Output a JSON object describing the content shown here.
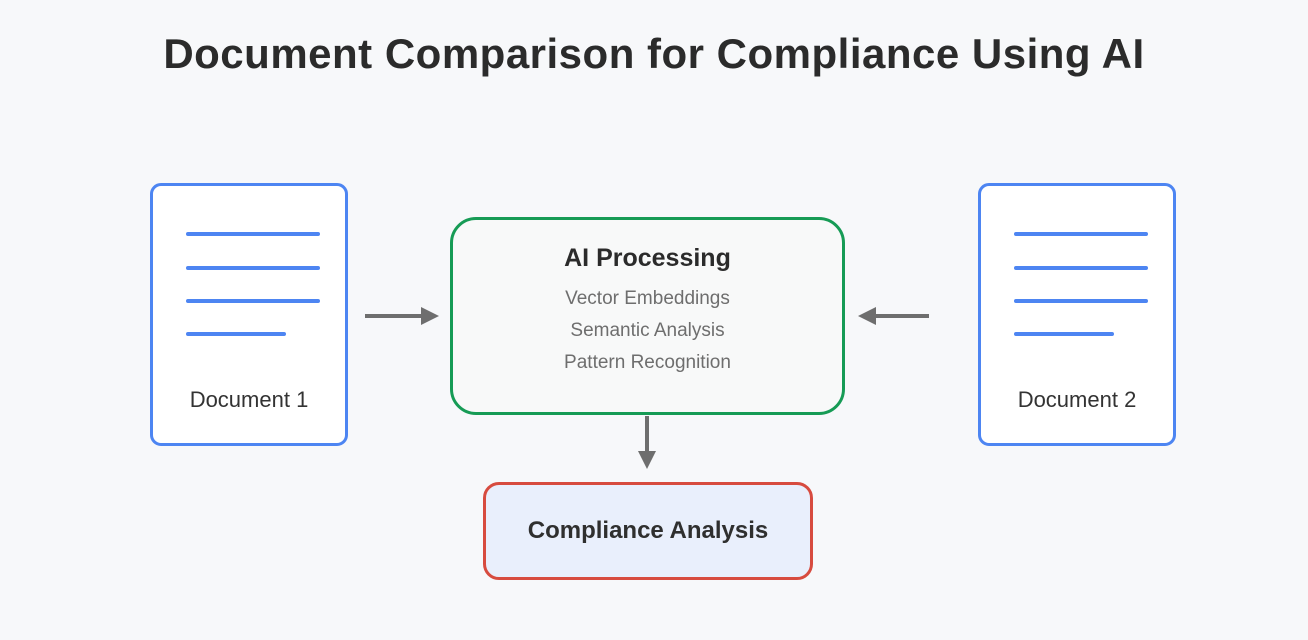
{
  "title": "Document Comparison for Compliance Using AI",
  "nodes": {
    "doc1": {
      "label": "Document 1"
    },
    "doc2": {
      "label": "Document 2"
    },
    "ai": {
      "title": "AI Processing",
      "items": [
        "Vector Embeddings",
        "Semantic Analysis",
        "Pattern Recognition"
      ]
    },
    "compliance": {
      "label": "Compliance Analysis"
    }
  },
  "colors": {
    "page-bg": "#f7f8fa",
    "title-text": "#2b2b2b",
    "doc-border": "#4d85f2",
    "doc-line": "#4d85f2",
    "doc-fill": "#ffffff",
    "label-text": "#333333",
    "ai-border": "#169b55",
    "ai-fill": "#f8f9f9",
    "ai-title-text": "#2b2b2b",
    "ai-item-text": "#6e6e6e",
    "compliance-border": "#d74b3f",
    "compliance-fill": "#e9effc",
    "compliance-text": "#2f2f2f",
    "arrow": "#6e6e6e"
  }
}
